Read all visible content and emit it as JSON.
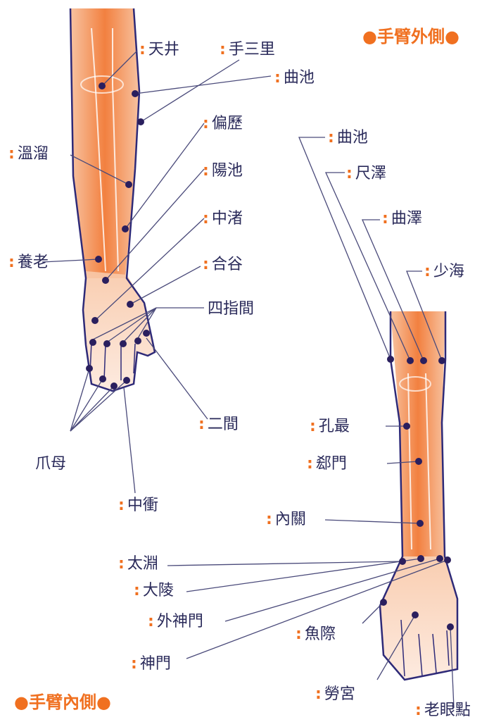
{
  "colors": {
    "arm_fill": "#f06a1e",
    "outline": "#2e2a78",
    "point": "#2a1f5e",
    "accent": "#f07020",
    "text": "#2a2a5a",
    "leader": "#4a4a7a"
  },
  "titles": {
    "outer": "手臂外側",
    "inner": "手臂內側"
  },
  "outer_labels": {
    "tianjing": "天井",
    "shousanli": "手三里",
    "quchi": "曲池",
    "pianli": "偏歷",
    "wenliu": "溫溜",
    "yangchi": "陽池",
    "zhongzhu": "中渚",
    "yanglao": "養老",
    "hegu": "合谷",
    "sizhijian": "四指間",
    "erjian": "二間",
    "zhuamu": "爪母",
    "zhongchong": "中衝"
  },
  "inner_labels": {
    "quchi": "曲池",
    "chize": "尺澤",
    "quze": "曲澤",
    "shaohai": "少海",
    "kongzui": "孔最",
    "ximen": "郄門",
    "neiguan": "內關",
    "taiyuan": "太淵",
    "daling": "大陵",
    "waishenmen": "外神門",
    "shenmen": "神門",
    "yuji": "魚際",
    "laogong": "勞宮",
    "laoyandian": "老眼點"
  }
}
